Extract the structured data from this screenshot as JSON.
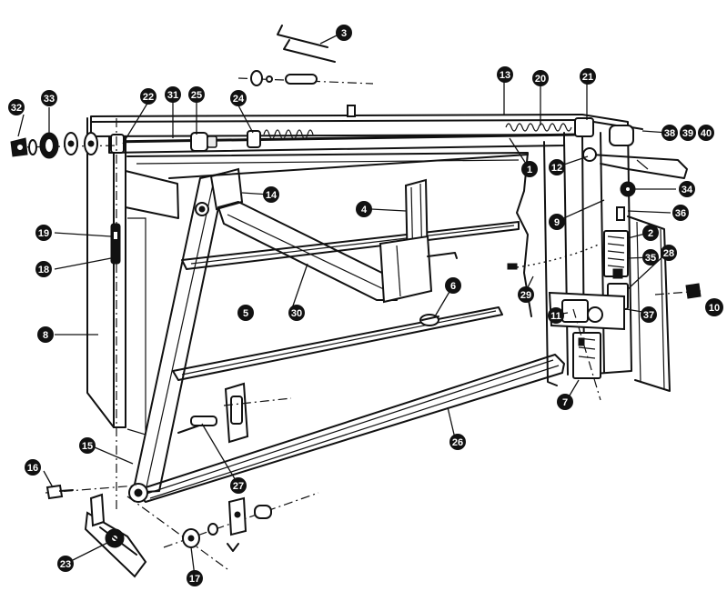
{
  "diagram": {
    "callouts": [
      {
        "id": "c1",
        "label": "1"
      },
      {
        "id": "c2",
        "label": "2"
      },
      {
        "id": "c3",
        "label": "3"
      },
      {
        "id": "c4",
        "label": "4"
      },
      {
        "id": "c5",
        "label": "5"
      },
      {
        "id": "c6",
        "label": "6"
      },
      {
        "id": "c7",
        "label": "7"
      },
      {
        "id": "c8",
        "label": "8"
      },
      {
        "id": "c9",
        "label": "9"
      },
      {
        "id": "c10",
        "label": "10"
      },
      {
        "id": "c11",
        "label": "11"
      },
      {
        "id": "c12",
        "label": "12"
      },
      {
        "id": "c13",
        "label": "13"
      },
      {
        "id": "c14",
        "label": "14"
      },
      {
        "id": "c15",
        "label": "15"
      },
      {
        "id": "c16",
        "label": "16"
      },
      {
        "id": "c17",
        "label": "17"
      },
      {
        "id": "c18",
        "label": "18"
      },
      {
        "id": "c19",
        "label": "19"
      },
      {
        "id": "c20",
        "label": "20"
      },
      {
        "id": "c21",
        "label": "21"
      },
      {
        "id": "c22",
        "label": "22"
      },
      {
        "id": "c23",
        "label": "23"
      },
      {
        "id": "c24",
        "label": "24"
      },
      {
        "id": "c25",
        "label": "25"
      },
      {
        "id": "c26",
        "label": "26"
      },
      {
        "id": "c27",
        "label": "27"
      },
      {
        "id": "c28",
        "label": "28"
      },
      {
        "id": "c29",
        "label": "29"
      },
      {
        "id": "c30",
        "label": "30"
      },
      {
        "id": "c31",
        "label": "31"
      },
      {
        "id": "c32",
        "label": "32"
      },
      {
        "id": "c33",
        "label": "33"
      },
      {
        "id": "c34",
        "label": "34"
      },
      {
        "id": "c35",
        "label": "35"
      },
      {
        "id": "c36",
        "label": "36"
      },
      {
        "id": "c37",
        "label": "37"
      },
      {
        "id": "c38",
        "label": "38"
      },
      {
        "id": "c39",
        "label": "39"
      },
      {
        "id": "c40",
        "label": "40"
      }
    ]
  },
  "colors": {
    "ink": "#111111",
    "paper": "#ffffff",
    "callout_fill": "#111111",
    "callout_text": "#ffffff"
  }
}
